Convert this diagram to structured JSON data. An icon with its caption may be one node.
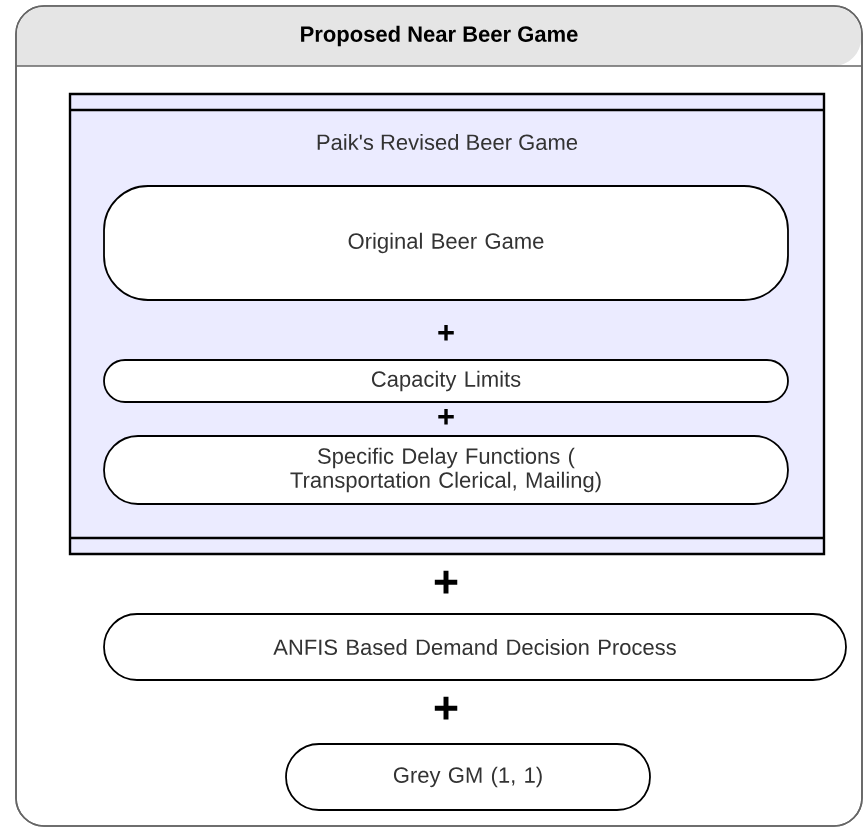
{
  "diagram": {
    "nodes": [
      {
        "text": [
          "Proposed Near Beer Game"
        ]
      },
      {
        "text": [
          "Paik's Revised Beer Game"
        ],
        "in": 0
      },
      {
        "text": [
          "Original Beer Game"
        ],
        "in": 1
      },
      {
        "text": [
          "Capacity Limits"
        ],
        "in": 1
      },
      {
        "text": [
          "Specific Delay Functions ( Transportation Clerical, Mailing)"
        ],
        "in": 1
      },
      {
        "text": [
          "ANFIS Based Demand Decision Process"
        ],
        "in": 0
      },
      {
        "text": [
          "Grey GM (1, 1)"
        ],
        "in": 0
      }
    ],
    "labels": [
      "+",
      "+",
      "+",
      "+"
    ]
  }
}
